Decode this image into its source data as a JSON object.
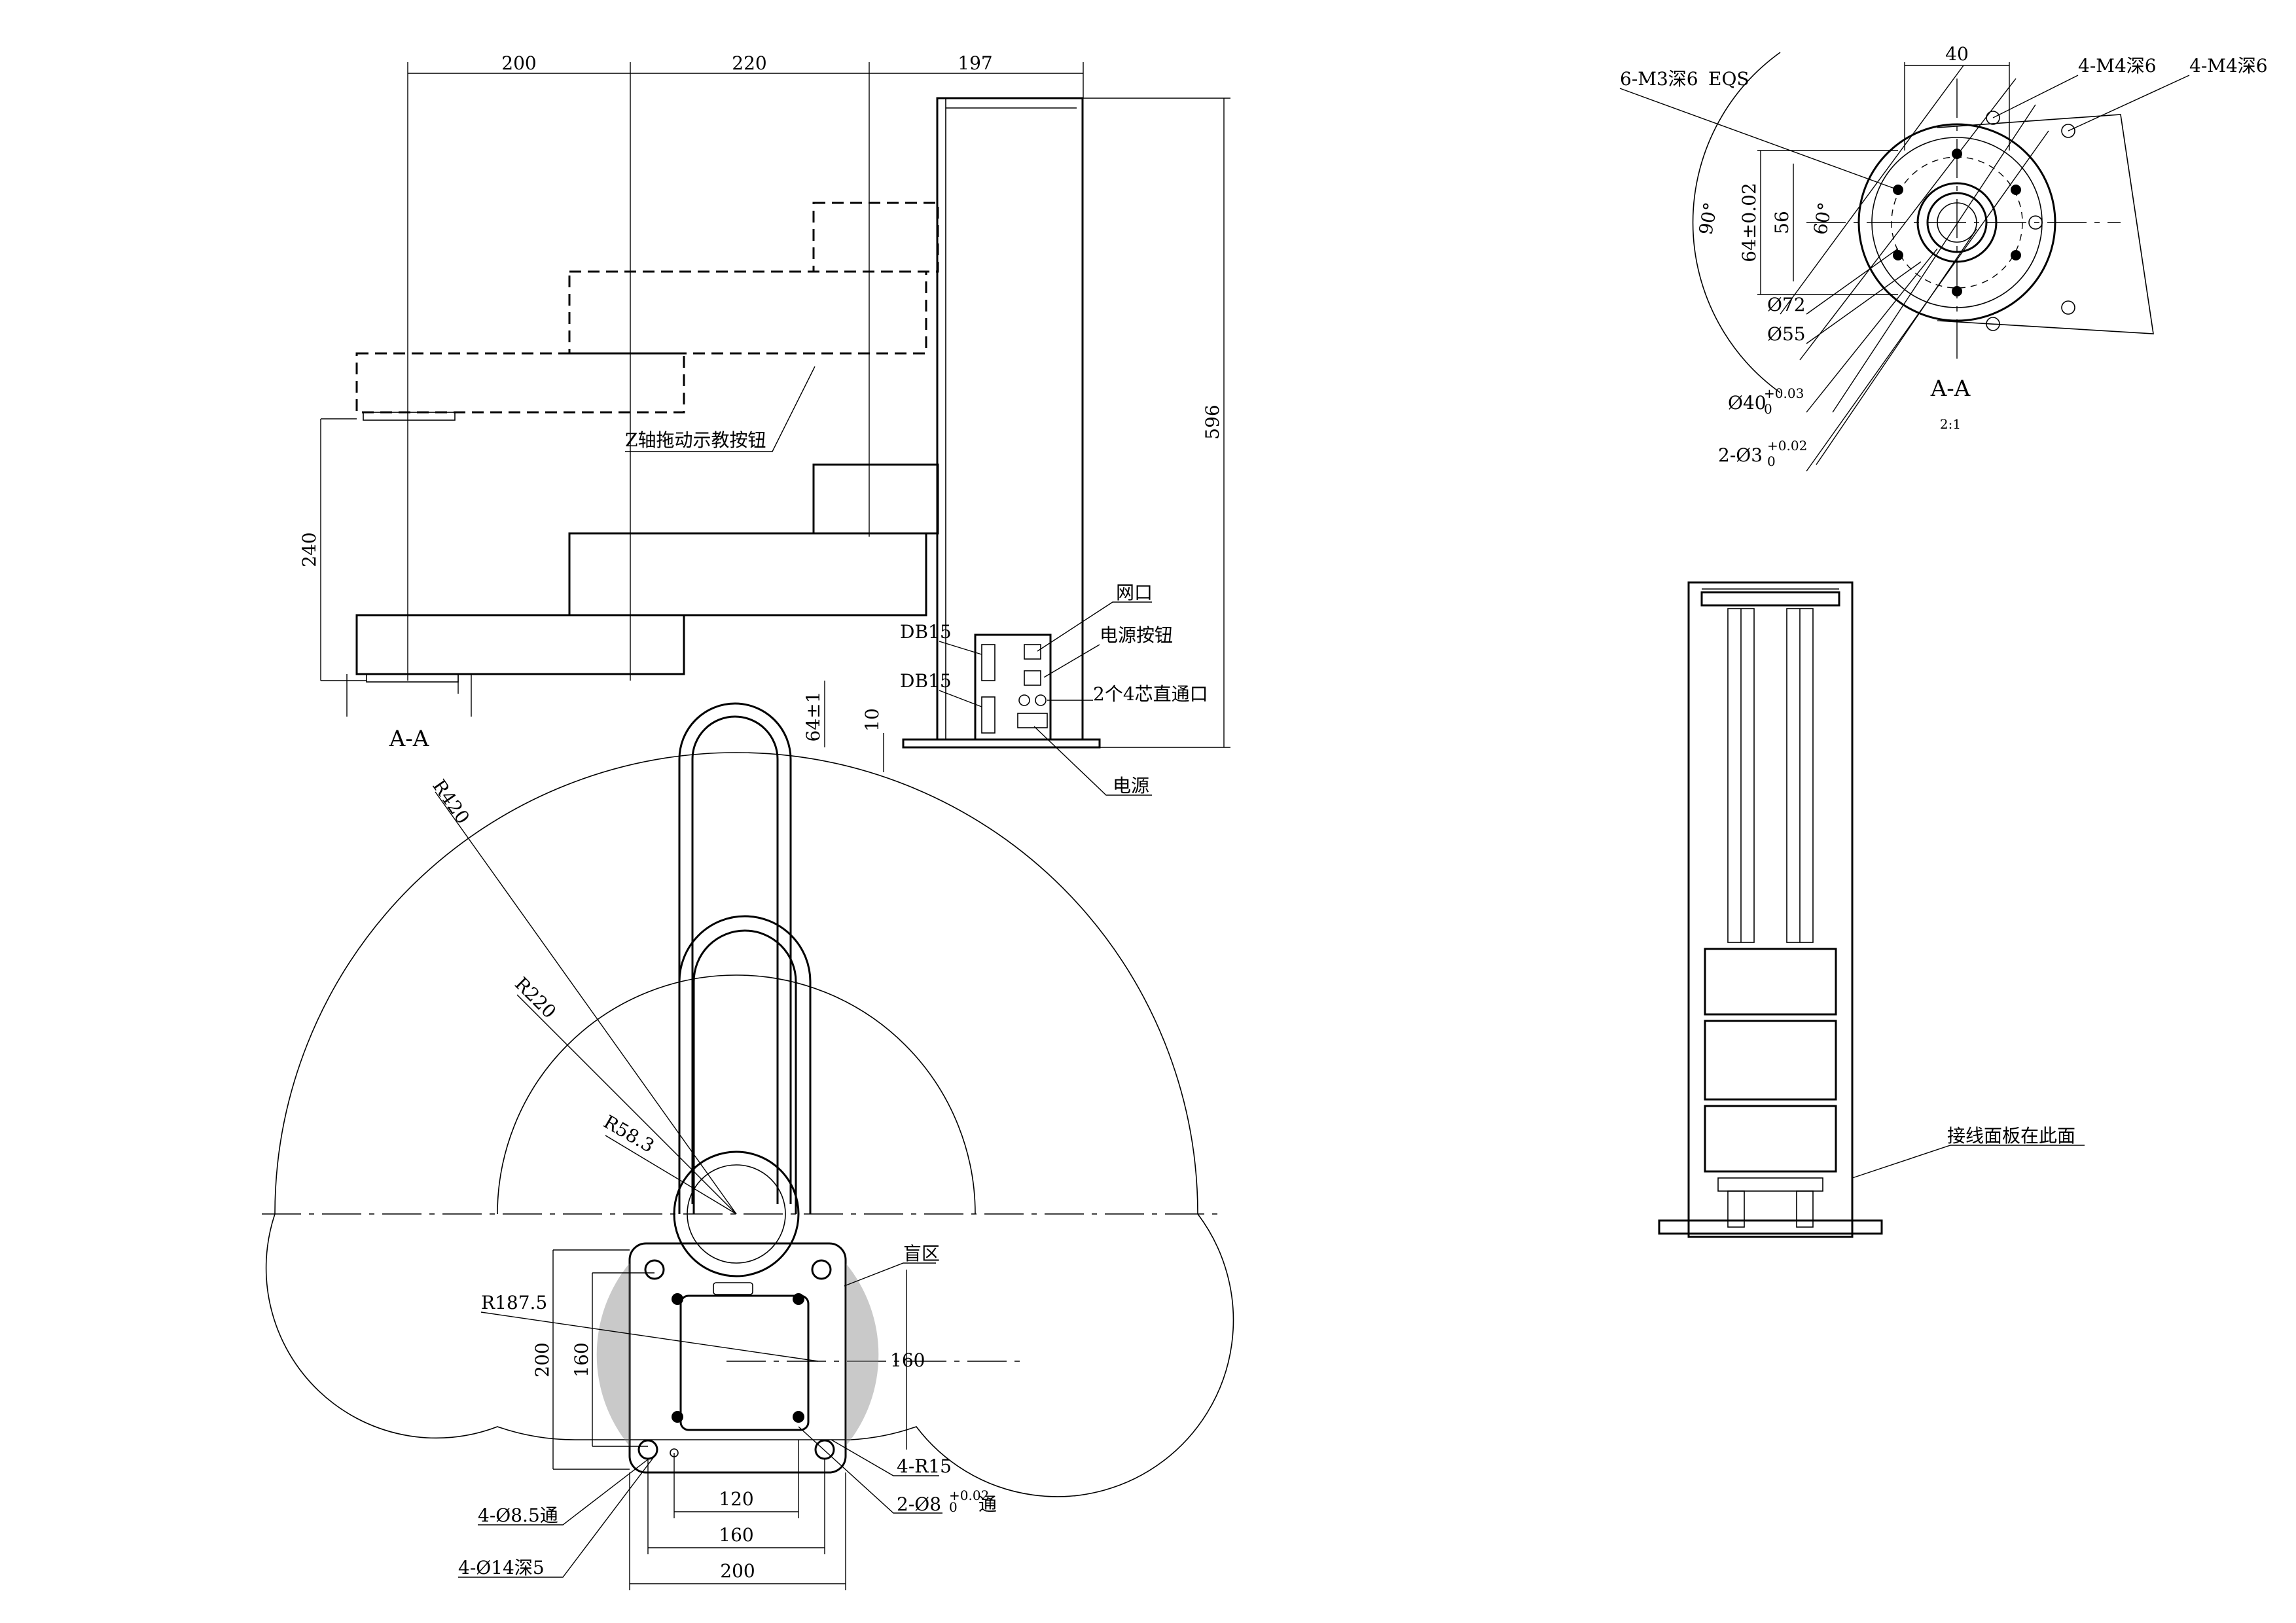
{
  "side_view": {
    "dims_top": [
      "200",
      "220",
      "197"
    ],
    "dim_height": "596",
    "dim_stroke": "240",
    "dim_base": "64±1",
    "dim_base2": "10",
    "z_button": "Z轴拖动示教按钮",
    "port_net": "网口",
    "power_button": "电源按钮",
    "db15_a": "DB15",
    "db15_b": "DB15",
    "pass_port": "2个4芯直通口",
    "power": "电源",
    "section": "A-A"
  },
  "top_view": {
    "r420": "R420",
    "r220": "R220",
    "r583": "R58.3",
    "r1875": "R187.5",
    "blind_zone": "盲区",
    "dim200v": "200",
    "dim160v": "160",
    "dim160h": "160",
    "r15": "4-R15",
    "pin": "2-Ø8",
    "pin_tol_up": "+0.02",
    "pin_tol_dn": "0",
    "pin_suffix": "通",
    "d120": "120",
    "d160": "160",
    "d200": "200",
    "hole8": "4-Ø8.5通",
    "hole14": "4-Ø14深5"
  },
  "flange": {
    "m3": "6-M3深6",
    "eqs": "EQS",
    "d40": "40",
    "m4a": "4-M4深6",
    "m4b": "4-M4深6",
    "a90": "90°",
    "d64": "64±0.02",
    "d56": "56",
    "a60": "60°",
    "d72": "Ø72",
    "d55": "Ø55",
    "d40hole": "Ø40",
    "d40_up": "+0.03",
    "d40_dn": "0",
    "pin3": "2-Ø3",
    "pin3_up": "+0.02",
    "pin3_dn": "0",
    "section": "A-A",
    "scale": "2:1"
  },
  "back_view": {
    "panel": "接线面板在此面"
  }
}
